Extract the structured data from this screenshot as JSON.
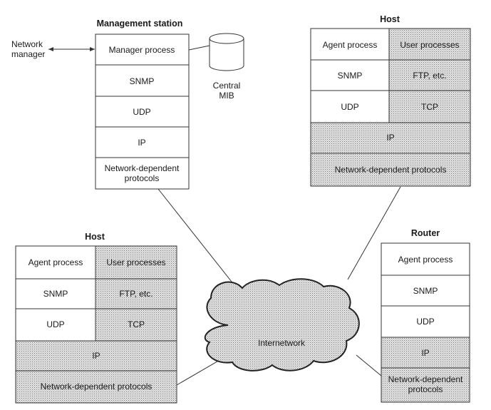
{
  "network_manager": {
    "line1": "Network",
    "line2": "manager"
  },
  "management_station": {
    "title": "Management station",
    "layers": {
      "manager": "Manager process",
      "snmp": "SNMP",
      "udp": "UDP",
      "ip": "IP",
      "netdep_line1": "Network-dependent",
      "netdep_line2": "protocols"
    }
  },
  "central_mib": {
    "line1": "Central",
    "line2": "MIB"
  },
  "host_top": {
    "title": "Host",
    "layers": {
      "agent": "Agent process",
      "user": "User processes",
      "snmp": "SNMP",
      "ftp": "FTP, etc.",
      "udp": "UDP",
      "tcp": "TCP",
      "ip": "IP",
      "netdep": "Network-dependent protocols"
    }
  },
  "host_bottom": {
    "title": "Host",
    "layers": {
      "agent": "Agent process",
      "user": "User processes",
      "snmp": "SNMP",
      "ftp": "FTP, etc.",
      "udp": "UDP",
      "tcp": "TCP",
      "ip": "IP",
      "netdep": "Network-dependent protocols"
    }
  },
  "router": {
    "title": "Router",
    "layers": {
      "agent": "Agent process",
      "snmp": "SNMP",
      "udp": "UDP",
      "ip": "IP",
      "netdep_line1": "Network-dependent",
      "netdep_line2": "protocols"
    }
  },
  "internetwork": {
    "label": "Internetwork"
  },
  "colors": {
    "line": "#333333",
    "shade_dot": "#7a7a7a",
    "background": "#ffffff"
  }
}
